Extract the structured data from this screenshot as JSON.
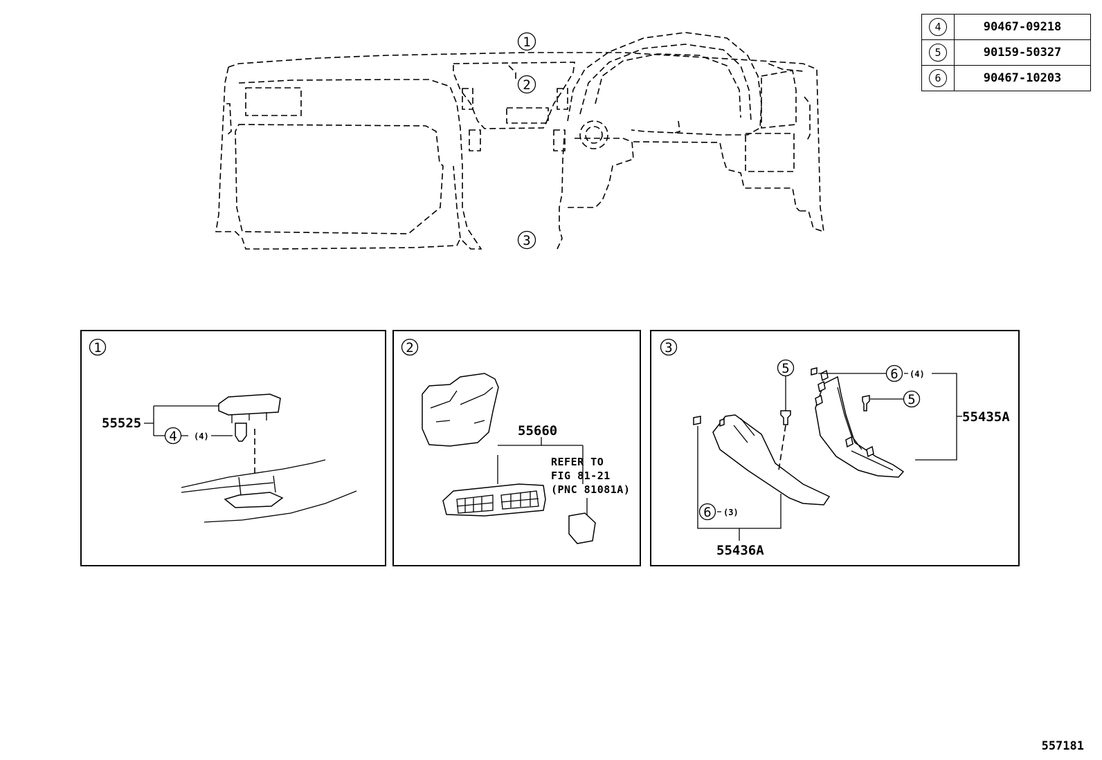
{
  "legend_table": [
    {
      "ref": "4",
      "part_no": "90467-09218"
    },
    {
      "ref": "5",
      "part_no": "90159-50327"
    },
    {
      "ref": "6",
      "part_no": "90467-10203"
    }
  ],
  "overview": {
    "callouts": [
      "1",
      "2",
      "3"
    ]
  },
  "panel1": {
    "label": "1",
    "part_main": "55525",
    "fastener_ref": "4",
    "fastener_qty": "(4)"
  },
  "panel2": {
    "label": "2",
    "part_main": "55660",
    "note_line1": "REFER TO",
    "note_line2": "FIG 81-21",
    "note_line3": "(PNC 81081A)"
  },
  "panel3": {
    "label": "3",
    "part_a": "55435A",
    "part_b": "55436A",
    "screw_ref": "5",
    "clip_ref": "6",
    "clip_qty_a": "(4)",
    "clip_qty_b": "(3)"
  },
  "figure_number": "557181"
}
